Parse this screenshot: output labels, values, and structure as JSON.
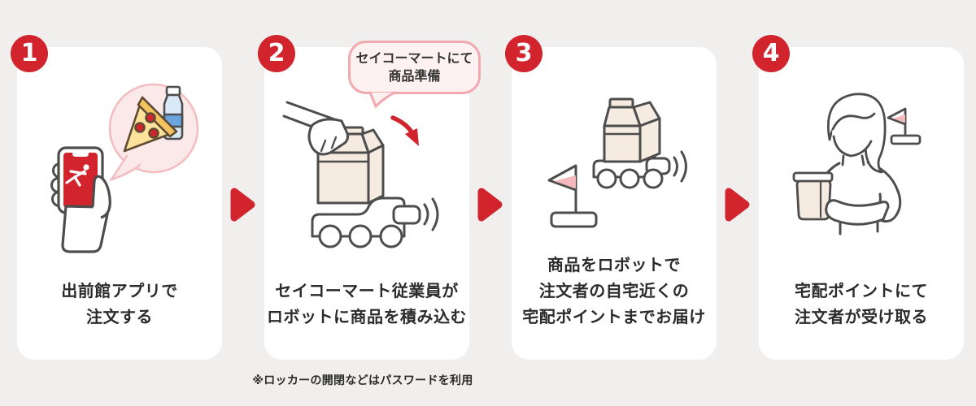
{
  "colors": {
    "background": "#f0efed",
    "card": "#ffffff",
    "accent_red": "#d2242c",
    "text": "#2b2b2b",
    "line_art": "#4d4d4d",
    "bubble_border": "#f2a9ad",
    "bubble_fill": "#fdf1f1",
    "cream_fill": "#f6ebe1",
    "pink_fill": "#f5b8bc"
  },
  "steps": [
    {
      "number": "1",
      "icon": "smartphone-order-icon",
      "caption_lines": [
        "出前館アプリで",
        "注文する"
      ]
    },
    {
      "number": "2",
      "icon": "robot-loading-icon",
      "bubble_lines": [
        "セイコーマートにて",
        "商品準備"
      ],
      "caption_lines": [
        "セイコーマート従業員が",
        "ロボットに商品を積み込む"
      ]
    },
    {
      "number": "3",
      "icon": "robot-delivery-icon",
      "caption_lines": [
        "商品をロボットで",
        "注文者の自宅近くの",
        "宅配ポイントまでお届け"
      ]
    },
    {
      "number": "4",
      "icon": "customer-pickup-icon",
      "caption_lines": [
        "宅配ポイントにて",
        "注文者が受け取る"
      ]
    }
  ],
  "footnote": "※ロッカーの開閉などはパスワードを利用"
}
